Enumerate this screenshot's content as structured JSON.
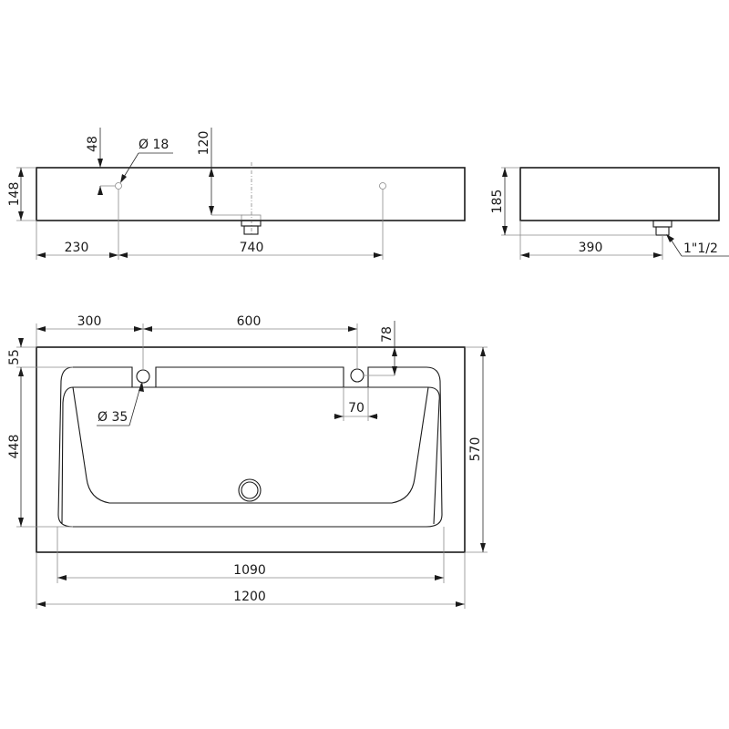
{
  "drawing": {
    "title": "Washbasin technical dimension drawing",
    "units": "mm",
    "views": {
      "front": {
        "labels": {
          "height_total": "148",
          "tap_hole_depth": "48",
          "tap_hole_diameter": "Ø 18",
          "drain_depth": "120",
          "left_offset": "230",
          "hole_spacing": "740"
        }
      },
      "side": {
        "labels": {
          "height_with_drain": "185",
          "drain_offset": "390",
          "drain_thread": "1\"1/2"
        }
      },
      "top": {
        "labels": {
          "left_hole_offset": "300",
          "hole_spacing": "600",
          "rim_depth": "55",
          "hole_from_back": "78",
          "hole_diameter": "Ø 35",
          "slot_width": "70",
          "bowl_depth": "448",
          "total_depth": "570",
          "bowl_width": "1090",
          "total_width": "1200"
        }
      }
    }
  }
}
